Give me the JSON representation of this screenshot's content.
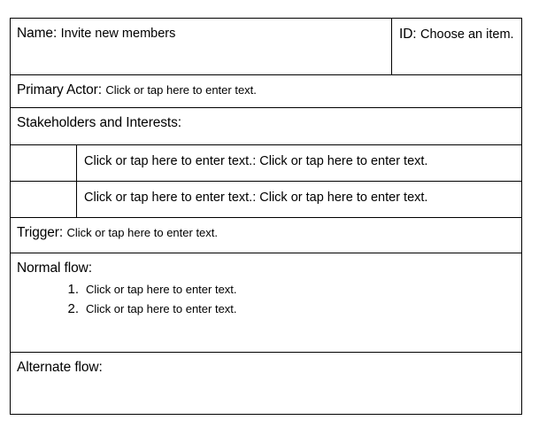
{
  "document": {
    "type": "use-case-template-table",
    "rows": [
      {
        "id": "name-row",
        "label": "Name:",
        "value": "Invite new members",
        "id_label": "ID:",
        "id_value": "Choose an item."
      },
      {
        "id": "primary-actor-row",
        "label": "Primary Actor:",
        "value": "Click or tap here to enter text."
      },
      {
        "id": "stakeholders-row",
        "label": "Stakeholders and Interests:",
        "value": ""
      },
      {
        "id": "stakeholder-item-1",
        "narrow": "",
        "value": "Click or tap here to enter text.: Click or tap here to enter text."
      },
      {
        "id": "stakeholder-item-2",
        "narrow": "",
        "value": "Click or tap here to enter text.: Click or tap here to enter text."
      },
      {
        "id": "trigger-row",
        "label": "Trigger:",
        "value": "Click or tap here to enter text."
      },
      {
        "id": "normal-flow-row",
        "label": "Normal flow:",
        "steps": [
          {
            "num": "1.",
            "text": "Click or tap here to enter text."
          },
          {
            "num": "2.",
            "text": "Click or tap here to enter text."
          }
        ]
      },
      {
        "id": "alternate-flow-row",
        "label": "Alternate flow:",
        "value": ""
      }
    ]
  },
  "colors": {
    "background": "#ffffff",
    "text": "#000000",
    "border": "#000000"
  }
}
